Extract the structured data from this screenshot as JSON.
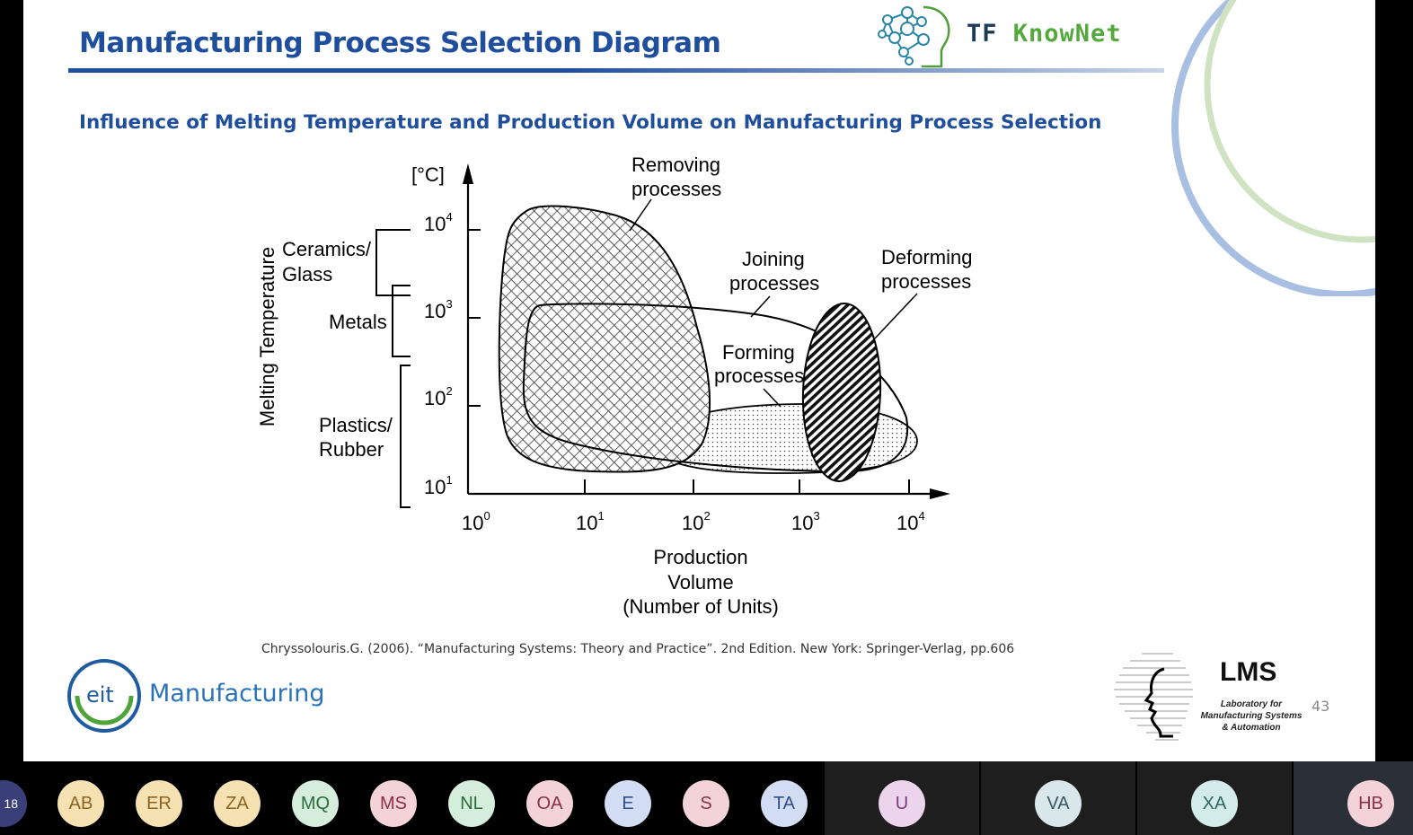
{
  "slide": {
    "title": "Manufacturing Process Selection Diagram",
    "subtitle": "Influence of Melting Temperature and Production Volume on Manufacturing Process Selection",
    "brand": {
      "part1": "TF ",
      "part2": "KnowNet"
    },
    "citation": "Chryssolouris.G. (2006). “Manufacturing Systems: Theory and Practice”. 2nd Edition. New York: Springer-Verlag, pp.606",
    "eit_logo": {
      "circle_text": "eit",
      "word": "Manufacturing"
    },
    "lms_logo": {
      "title": "LMS",
      "line1": "Laboratory for",
      "line2": "Manufacturing Systems",
      "line3": "& Automation"
    },
    "page_number": "43"
  },
  "diagram": {
    "y_unit": "[°C]",
    "y_title": "Melting Temperature",
    "y_ticks": [
      {
        "base": "10",
        "exp": "4"
      },
      {
        "base": "10",
        "exp": "3"
      },
      {
        "base": "10",
        "exp": "2"
      },
      {
        "base": "10",
        "exp": "1"
      }
    ],
    "x_ticks": [
      {
        "base": "10",
        "exp": "0"
      },
      {
        "base": "10",
        "exp": "1"
      },
      {
        "base": "10",
        "exp": "2"
      },
      {
        "base": "10",
        "exp": "3"
      },
      {
        "base": "10",
        "exp": "4"
      }
    ],
    "x_title_lines": [
      "Production",
      "Volume",
      "(Number of Units)"
    ],
    "material_groups": {
      "ceramics": [
        "Ceramics/",
        "Glass"
      ],
      "metals": [
        "Metals"
      ],
      "plastics": [
        "Plastics/",
        "Rubber"
      ]
    },
    "regions": {
      "removing": [
        "Removing",
        "processes"
      ],
      "joining": [
        "Joining",
        "processes"
      ],
      "deforming": [
        "Deforming",
        "processes"
      ],
      "forming": [
        "Forming",
        "processes"
      ]
    }
  },
  "taskbar": {
    "participants": [
      {
        "initials": "18",
        "bg": "#3a3f7a",
        "fg": "#ffffff"
      },
      {
        "initials": "AB",
        "bg": "#f6e1b3",
        "fg": "#8a6420"
      },
      {
        "initials": "ER",
        "bg": "#f6e1b3",
        "fg": "#8a6420"
      },
      {
        "initials": "ZA",
        "bg": "#f6e1b3",
        "fg": "#8a6420"
      },
      {
        "initials": "MQ",
        "bg": "#d4eedb",
        "fg": "#2c6b3d"
      },
      {
        "initials": "MS",
        "bg": "#f3d3d8",
        "fg": "#8a3145"
      },
      {
        "initials": "NL",
        "bg": "#d4eedb",
        "fg": "#2c6b3d"
      },
      {
        "initials": "OA",
        "bg": "#f3d3d8",
        "fg": "#8a3145"
      },
      {
        "initials": "E",
        "bg": "#d2ddf3",
        "fg": "#2e4f8a"
      },
      {
        "initials": "S",
        "bg": "#f3d3d8",
        "fg": "#8a3145"
      },
      {
        "initials": "TA",
        "bg": "#d2ddf3",
        "fg": "#2e4f8a"
      },
      {
        "initials": "U",
        "bg": "#ecd5ec",
        "fg": "#7a3b7a"
      },
      {
        "initials": "VA",
        "bg": "#d9e6ea",
        "fg": "#355a66"
      },
      {
        "initials": "XA",
        "bg": "#d3ecea",
        "fg": "#2f6662"
      },
      {
        "initials": "HB",
        "bg": "#f3d3d8",
        "fg": "#8a3145"
      }
    ]
  }
}
